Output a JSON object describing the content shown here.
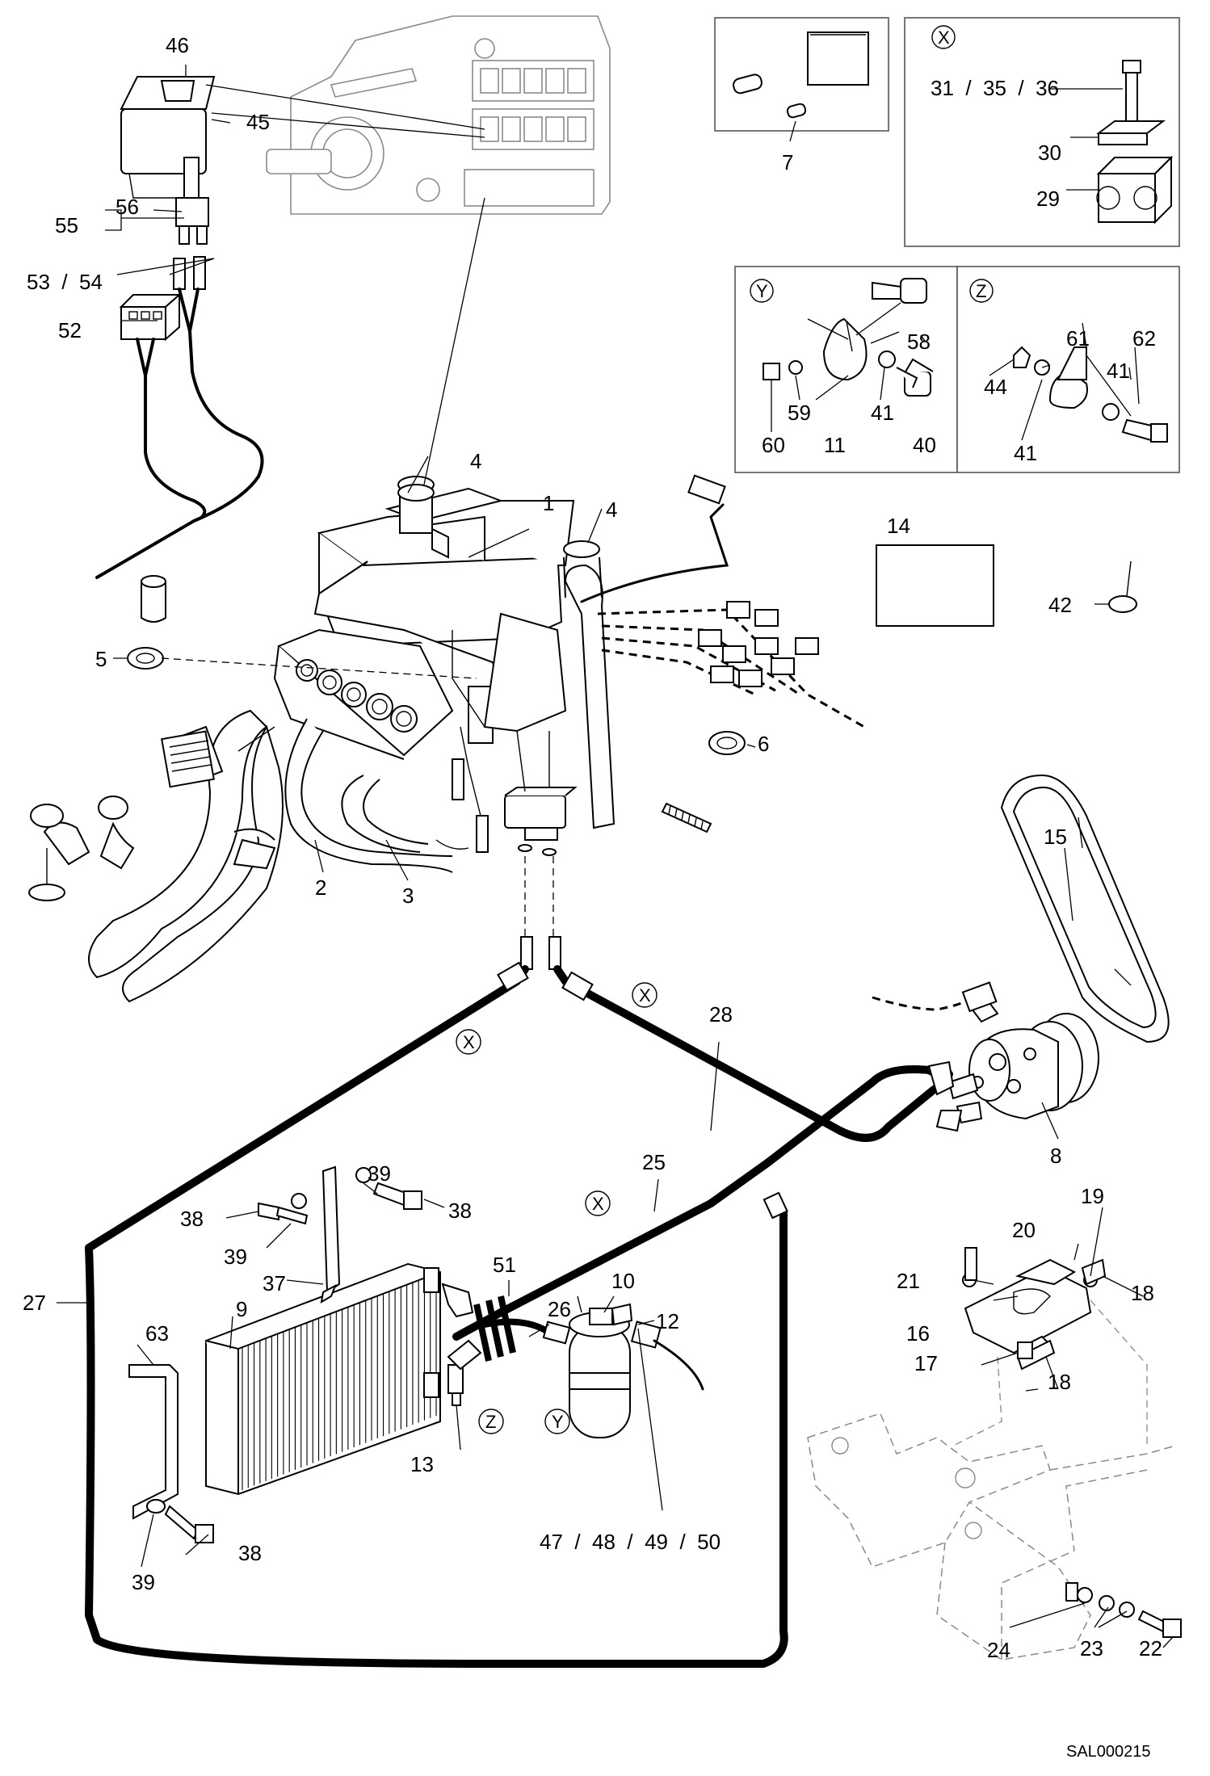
{
  "diagram": {
    "labels": {
      "l1": "1",
      "l2": "2",
      "l3": "3",
      "l4a": "4",
      "l4b": "4",
      "l5": "5",
      "l6": "6",
      "l7": "7",
      "l8": "8",
      "l9": "9",
      "l10": "10",
      "l11": "11",
      "l12": "12",
      "l13": "13",
      "l14": "14",
      "l15": "15",
      "l16": "16",
      "l17": "17",
      "l18a": "18",
      "l18b": "18",
      "l19": "19",
      "l20": "20",
      "l21": "21",
      "l22": "22",
      "l23": "23",
      "l24": "24",
      "l25": "25",
      "l26": "26",
      "l27": "27",
      "l28": "28",
      "l29": "29",
      "l30": "30",
      "l31": "31  /  35  /  36",
      "l37": "37",
      "l38a": "38",
      "l38b": "38",
      "l38c": "38",
      "l39a": "39",
      "l39b": "39",
      "l39c": "39",
      "l40": "40",
      "l41a": "41",
      "l41b": "41",
      "l41c": "41",
      "l42": "42",
      "l44": "44",
      "l45": "45",
      "l46": "46",
      "l47": "47  /  48  /  49  /  50",
      "l51": "51",
      "l52": "52",
      "l53": "53  /  54",
      "l55": "55",
      "l56": "56",
      "l58": "58",
      "l59": "59",
      "l60": "60",
      "l61": "61",
      "l62": "62",
      "l63": "63"
    },
    "refs": {
      "x_box": "X",
      "y_box": "Y",
      "z_box": "Z",
      "x_hose_left": "X",
      "x_hose_right": "X",
      "x_drier": "X",
      "z_drier": "Z",
      "y_drier": "Y"
    },
    "code": "SAL000215"
  }
}
